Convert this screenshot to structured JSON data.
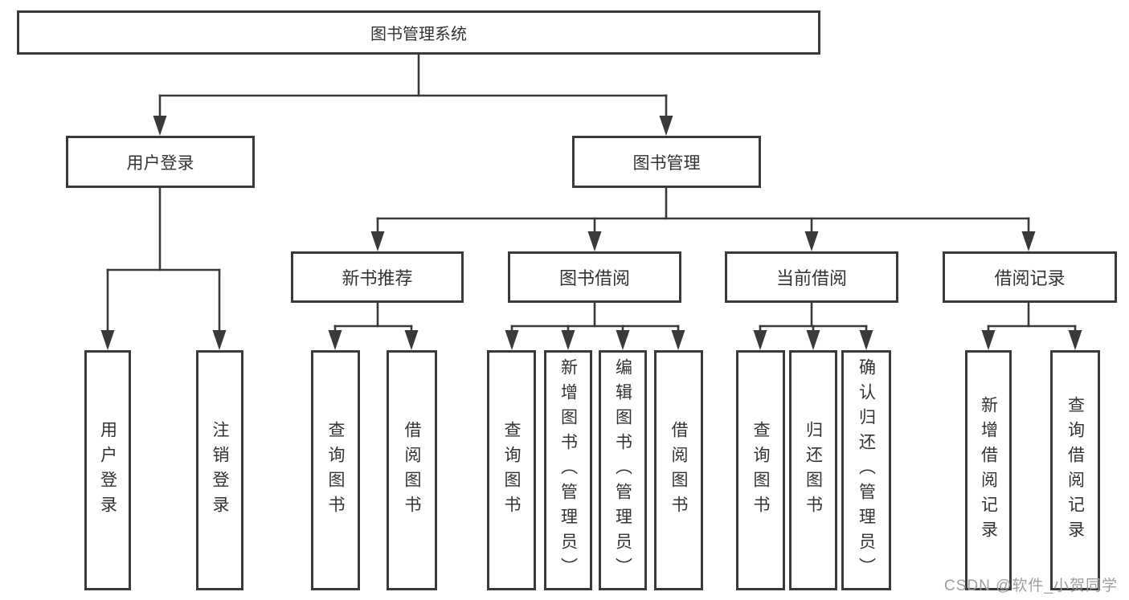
{
  "diagram": {
    "colors": {
      "line": "#3a3a3a",
      "text": "#333333",
      "background": "#ffffff",
      "watermark": "#9e9e9e"
    },
    "tree": {
      "label": "图书管理系统",
      "children": [
        {
          "label": "用户登录",
          "children": [
            {
              "label": "用户登录"
            },
            {
              "label": "注销登录"
            }
          ]
        },
        {
          "label": "图书管理",
          "children": [
            {
              "label": "新书推荐",
              "children": [
                {
                  "label": "查询图书"
                },
                {
                  "label": "借阅图书"
                }
              ]
            },
            {
              "label": "图书借阅",
              "children": [
                {
                  "label": "查询图书"
                },
                {
                  "label": "新增图书（管理员）"
                },
                {
                  "label": "编辑图书（管理员）"
                },
                {
                  "label": "借阅图书"
                }
              ]
            },
            {
              "label": "当前借阅",
              "children": [
                {
                  "label": "查询图书"
                },
                {
                  "label": "归还图书"
                },
                {
                  "label": "确认归还（管理员）"
                }
              ]
            },
            {
              "label": "借阅记录",
              "children": [
                {
                  "label": "新增借阅记录"
                },
                {
                  "label": "查询借阅记录"
                }
              ]
            }
          ]
        }
      ]
    }
  },
  "watermark": {
    "text": "CSDN @软件_小贺同学"
  }
}
